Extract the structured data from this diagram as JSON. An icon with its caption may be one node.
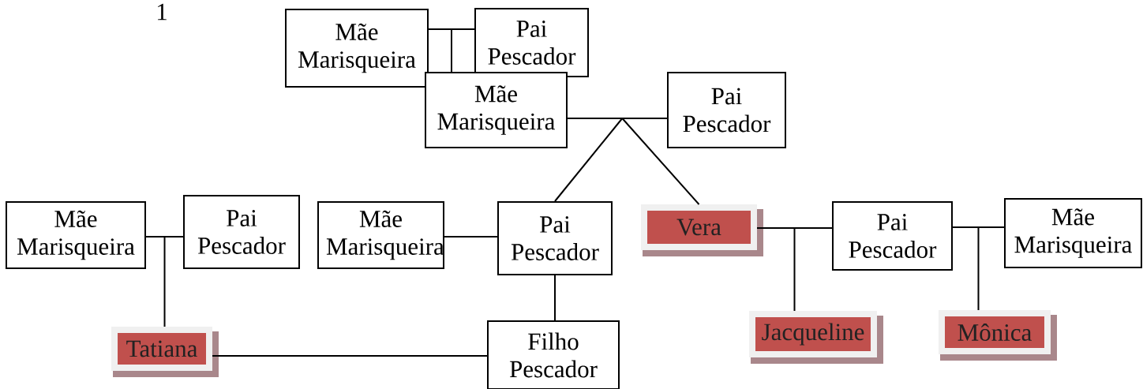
{
  "diagram": {
    "nodes": [
      {
        "text": [
          "Mãe Marisqueira"
        ]
      },
      {
        "text": [
          "Pai Pescador"
        ]
      },
      {
        "text": [
          "Mãe Marisqueira"
        ]
      },
      {
        "text": [
          "Pai Pescador"
        ]
      },
      {
        "text": [
          "Mãe Marisqueira"
        ]
      },
      {
        "text": [
          "Pai Pescador"
        ]
      },
      {
        "text": [
          "Mãe Marisqueira"
        ]
      },
      {
        "text": [
          "Pai Pescador"
        ]
      },
      {
        "text": [
          "Vera"
        ]
      },
      {
        "text": [
          "Pai Pescador"
        ]
      },
      {
        "text": [
          "Mãe Marisqueira"
        ]
      },
      {
        "text": [
          "Tatiana"
        ]
      },
      {
        "text": [
          "Filho Pescador"
        ]
      },
      {
        "text": [
          "Jacqueline"
        ]
      },
      {
        "text": [
          "Mônica"
        ]
      }
    ],
    "edges": [
      {
        "from": 0,
        "to": 1,
        "arrow": "none"
      },
      {
        "from": 0,
        "to": 2,
        "arrow": "none"
      },
      {
        "from": 1,
        "to": 2,
        "arrow": "none"
      },
      {
        "from": 2,
        "to": 3,
        "arrow": "none"
      },
      {
        "from": 2,
        "to": 7,
        "arrow": "none"
      },
      {
        "from": 3,
        "to": 7,
        "arrow": "none"
      },
      {
        "from": 2,
        "to": 8,
        "arrow": "none"
      },
      {
        "from": 3,
        "to": 8,
        "arrow": "none"
      },
      {
        "from": 4,
        "to": 5,
        "arrow": "none"
      },
      {
        "from": 4,
        "to": 11,
        "arrow": "none"
      },
      {
        "from": 5,
        "to": 11,
        "arrow": "none"
      },
      {
        "from": 6,
        "to": 7,
        "arrow": "none"
      },
      {
        "from": 7,
        "to": 12,
        "arrow": "none"
      },
      {
        "from": 11,
        "to": 12,
        "arrow": "none"
      },
      {
        "from": 8,
        "to": 9,
        "arrow": "none"
      },
      {
        "from": 8,
        "to": 13,
        "arrow": "none"
      },
      {
        "from": 9,
        "to": 13,
        "arrow": "none"
      },
      {
        "from": 9,
        "to": 10,
        "arrow": "none"
      },
      {
        "from": 9,
        "to": 14,
        "arrow": "none"
      },
      {
        "from": 10,
        "to": 14,
        "arrow": "none"
      }
    ],
    "labels": [
      "1"
    ]
  }
}
